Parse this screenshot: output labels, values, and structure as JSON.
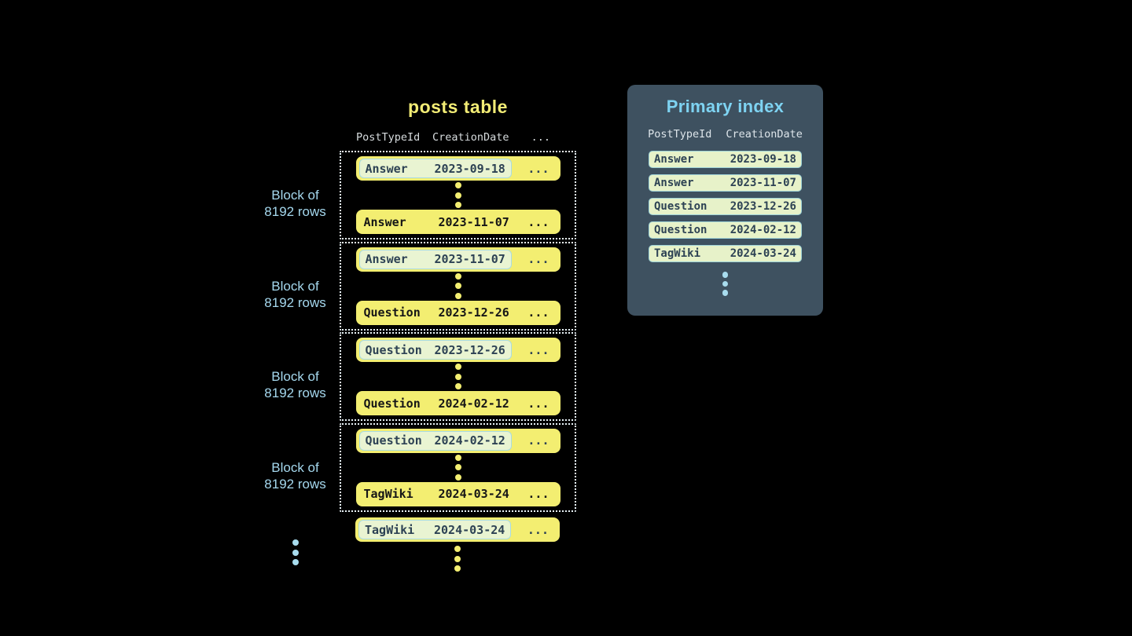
{
  "posts_table": {
    "title": "posts table",
    "headers": {
      "col1": "PostTypeId",
      "col2": "CreationDate",
      "col3": "..."
    },
    "block_label": {
      "line1": "Block of",
      "line2": "8192 rows"
    },
    "row_ellipsis": "...",
    "blocks": [
      {
        "first": {
          "type": "Answer",
          "date": "2023-09-18"
        },
        "last": {
          "type": "Answer",
          "date": "2023-11-07"
        }
      },
      {
        "first": {
          "type": "Answer",
          "date": "2023-11-07"
        },
        "last": {
          "type": "Question",
          "date": "2023-12-26"
        }
      },
      {
        "first": {
          "type": "Question",
          "date": "2023-12-26"
        },
        "last": {
          "type": "Question",
          "date": "2024-02-12"
        }
      },
      {
        "first": {
          "type": "Question",
          "date": "2024-02-12"
        },
        "last": {
          "type": "TagWiki",
          "date": "2024-03-24"
        }
      }
    ],
    "overflow_row": {
      "type": "TagWiki",
      "date": "2024-03-24"
    }
  },
  "primary_index": {
    "title": "Primary index",
    "headers": {
      "col1": "PostTypeId",
      "col2": "CreationDate"
    },
    "rows": [
      {
        "type": "Answer",
        "date": "2023-09-18"
      },
      {
        "type": "Answer",
        "date": "2023-11-07"
      },
      {
        "type": "Question",
        "date": "2023-12-26"
      },
      {
        "type": "Question",
        "date": "2024-02-12"
      },
      {
        "type": "TagWiki",
        "date": "2024-03-24"
      }
    ]
  },
  "colors": {
    "background": "#000000",
    "row_yellow": "#f3ee71",
    "title_yellow": "#f2ec75",
    "highlight_green": "#e9f4d2",
    "highlight_border": "#a8dbe3",
    "index_pill_green": "#e7f2c9",
    "index_pill_border": "#9fd3d8",
    "panel_slate": "#3e5160",
    "light_blue_text": "#a5d8ee",
    "index_title_blue": "#7ed3f2",
    "dark_text": "#2d4254",
    "header_gray": "#d7dcde",
    "dotted_border": "#e9f3f7",
    "blue_dot": "#a8dcee"
  }
}
